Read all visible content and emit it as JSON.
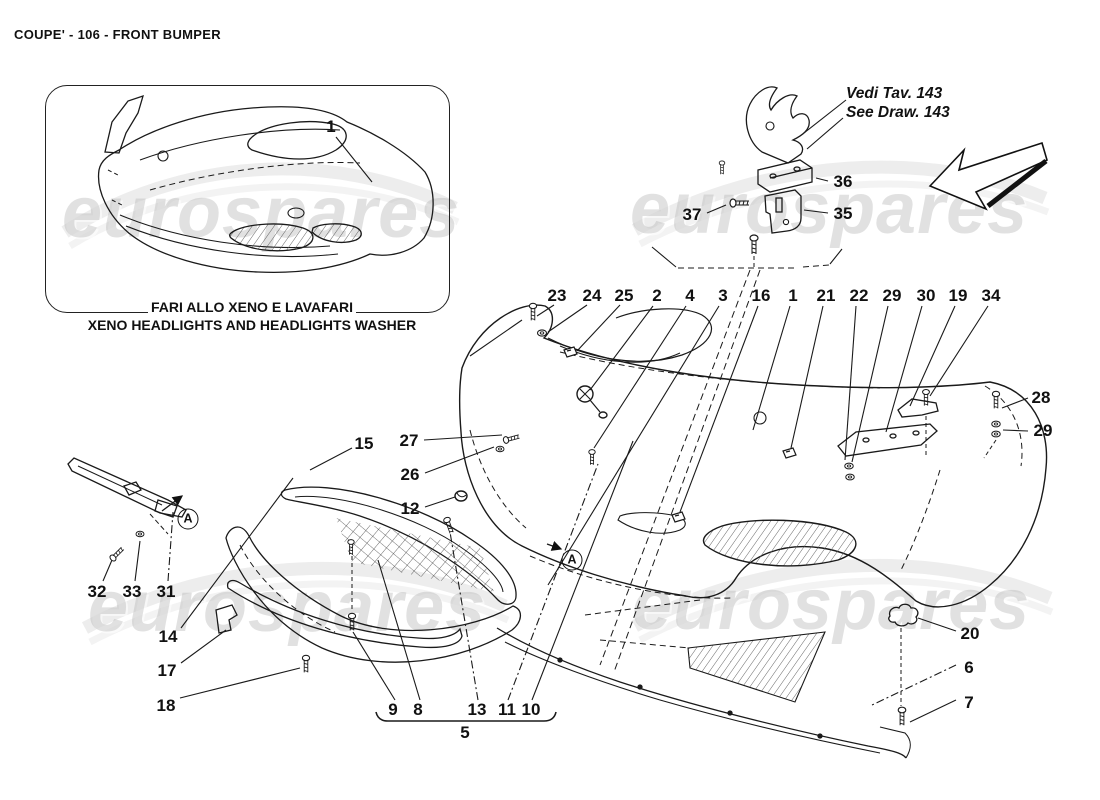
{
  "page": {
    "title": "COUPE' - 106 - FRONT BUMPER"
  },
  "inset": {
    "caption_line1": "FARI ALLO XENO E LAVAFARI",
    "caption_line2": "XENO HEADLIGHTS AND HEADLIGHTS WASHER"
  },
  "reference_note": {
    "line1": "Vedi Tav. 143",
    "line2": "See Draw. 143"
  },
  "watermark": {
    "text": "eurospares"
  },
  "detail_markers": {
    "left": "A",
    "center": "A"
  },
  "colors": {
    "line": "#1a1a1a",
    "watermark": "#aaaaaa"
  },
  "callouts": {
    "i1": "1",
    "r23": "23",
    "r24": "24",
    "r25": "25",
    "r2": "2",
    "r4": "4",
    "r3": "3",
    "r16": "16",
    "r1": "1",
    "r21": "21",
    "r22": "22",
    "r29": "29",
    "r30": "30",
    "r19": "19",
    "r34": "34",
    "b36": "36",
    "b37": "37",
    "b35": "35",
    "rt28": "28",
    "rt29": "29",
    "m15": "15",
    "m27": "27",
    "m26": "26",
    "m12": "12",
    "bl32": "32",
    "bl33": "33",
    "bl31": "31",
    "bl14": "14",
    "bl17": "17",
    "bl18": "18",
    "bc9": "9",
    "bc8": "8",
    "bc13": "13",
    "bc11": "11",
    "bc10": "10",
    "bc5": "5",
    "br20": "20",
    "br6": "6",
    "br7": "7"
  }
}
